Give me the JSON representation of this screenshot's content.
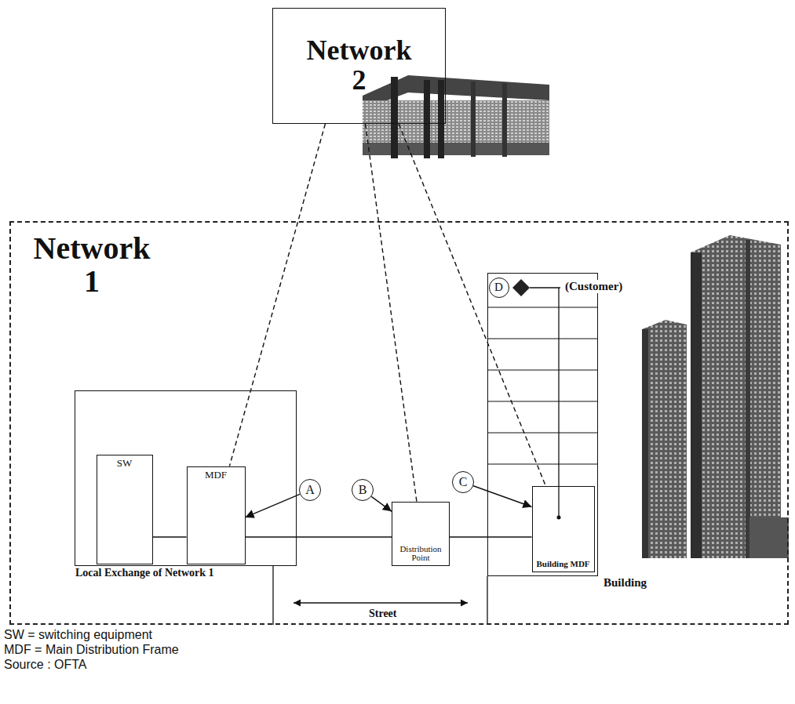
{
  "diagram": {
    "nodes": [
      {
        "text": [
          "Network 2"
        ]
      },
      {
        "text": [
          "Network 1"
        ]
      },
      {
        "text": [
          "Local Exchange of Network 1"
        ],
        "in": 1
      },
      {
        "text": [
          "SW"
        ],
        "in": 2
      },
      {
        "text": [
          "MDF"
        ],
        "in": 2
      },
      {
        "text": [
          "A"
        ],
        "in": 1
      },
      {
        "text": [
          "B"
        ],
        "in": 1
      },
      {
        "text": [
          "Distribution Point"
        ],
        "in": 1
      },
      {
        "text": [
          "C"
        ],
        "in": 1
      },
      {
        "text": [
          "Building"
        ],
        "in": 1
      },
      {
        "text": [
          "D"
        ],
        "in": 9
      },
      {
        "text": [
          "Building MDF"
        ],
        "in": 9
      }
    ],
    "edges": [
      {
        "from": 0,
        "to": 4,
        "arrow": "none"
      },
      {
        "from": 0,
        "to": 7,
        "arrow": "none"
      },
      {
        "from": 0,
        "to": 11,
        "arrow": "none"
      },
      {
        "from": 5,
        "to": 4,
        "arrow": "to"
      },
      {
        "from": 6,
        "to": 7,
        "arrow": "to"
      },
      {
        "from": 8,
        "to": 11,
        "arrow": "to"
      },
      {
        "from": 3,
        "to": 4,
        "arrow": "none"
      },
      {
        "from": 4,
        "to": 7,
        "arrow": "none"
      },
      {
        "from": 7,
        "to": 11,
        "arrow": "none"
      }
    ],
    "labels": [
      "(Customer)",
      "Street",
      "SW = switching equipment",
      "MDF = Main Distribution Frame",
      "Source : OFTA"
    ]
  }
}
